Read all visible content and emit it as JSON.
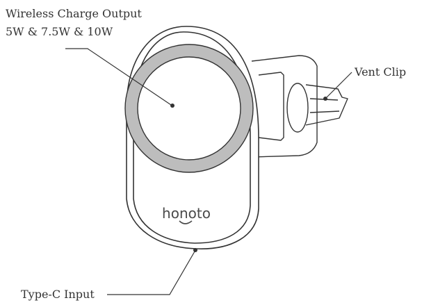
{
  "labels": {
    "wireless_output_title": "Wireless Charge Output",
    "wireless_output_power": "5W & 7.5W & 10W",
    "vent_clip": "Vent Clip",
    "type_c_input": "Type-C Input"
  },
  "device": {
    "brand": "honoto"
  },
  "colors": {
    "stroke": "#333333",
    "ring": "#bdbdbd",
    "background": "#ffffff"
  }
}
